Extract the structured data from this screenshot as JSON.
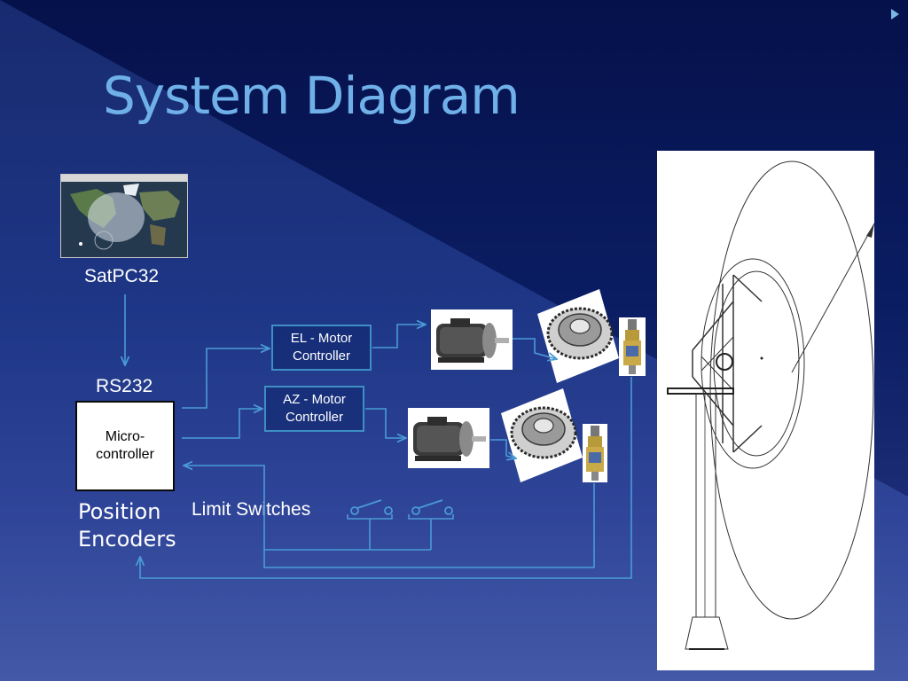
{
  "slide": {
    "title": "System Diagram",
    "colors": {
      "background_top": "#061350",
      "background_bottom": "#4356a0",
      "title": "#6fb0e8",
      "wire": "#4a9bd6"
    }
  },
  "nodes": {
    "satpc32": "SatPC32",
    "rs232": "RS232",
    "microcontroller_line1": "Micro-",
    "microcontroller_line2": "controller",
    "el_controller_line1": "EL - Motor",
    "el_controller_line2": "Controller",
    "az_controller_line1": "AZ - Motor",
    "az_controller_line2": "Controller",
    "position_encoders_line1": "Position",
    "position_encoders_line2": "Encoders",
    "limit_switches": "Limit Switches"
  },
  "icons": [
    "play-marker-icon",
    "map-screenshot-icon",
    "motor-icon",
    "gear-icon",
    "encoder-icon",
    "switch-icon",
    "antenna-dish-drawing"
  ]
}
